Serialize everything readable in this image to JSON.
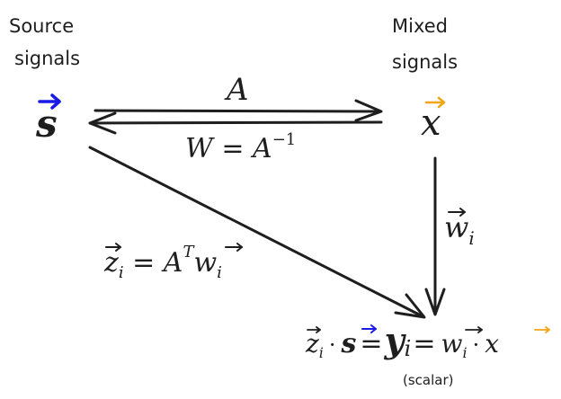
{
  "labels": {
    "source_line1": "Source",
    "source_line2": "signals",
    "mixed_line1": "Mixed",
    "mixed_line2": "signals",
    "scalar_note": "(scalar)"
  },
  "nodes": {
    "source_symbol": "s",
    "mixed_symbol": "x",
    "output_symbol": "y",
    "output_subscript": "i"
  },
  "edges": {
    "mixing_label": "A",
    "unmixing_label_lhs": "W = A",
    "unmixing_label_exp": "−1",
    "weight_label": "w",
    "weight_subscript": "i",
    "z_label_lhs": "z",
    "z_label_sub": "i",
    "z_label_eq": " = A",
    "z_label_sup": "T",
    "z_label_w": "w",
    "z_label_w_sub": "i"
  },
  "equation": {
    "z": "z",
    "z_sub": "i",
    "dot1": "·",
    "s": "s",
    "eq1": "=",
    "y": "y",
    "y_sub": "i",
    "eq2": "=",
    "w": "w",
    "w_sub": "i",
    "dot2": "·",
    "x": "x"
  },
  "colors": {
    "ink": "#1e1e1e",
    "source": "#1a1ae6",
    "mixed": "#f2a516",
    "output": "#1a8a1a"
  }
}
